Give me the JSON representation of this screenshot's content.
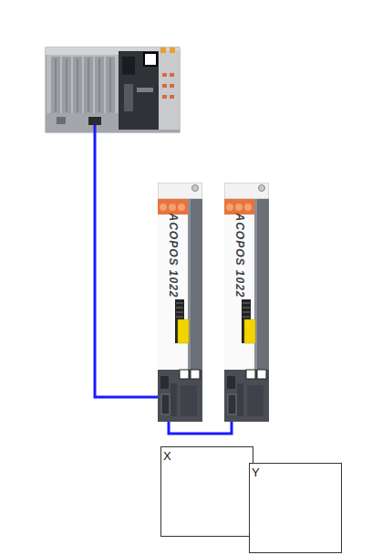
{
  "diagram": {
    "nodes": [
      {
        "text": [
          "ACOPOS 1022"
        ]
      },
      {
        "text": [
          "ACOPOS 1022"
        ]
      },
      {
        "text": [
          "X"
        ]
      },
      {
        "text": [
          "Y"
        ]
      }
    ],
    "edges": [
      {
        "from": 0,
        "to": 1,
        "arrow": "none"
      }
    ]
  }
}
